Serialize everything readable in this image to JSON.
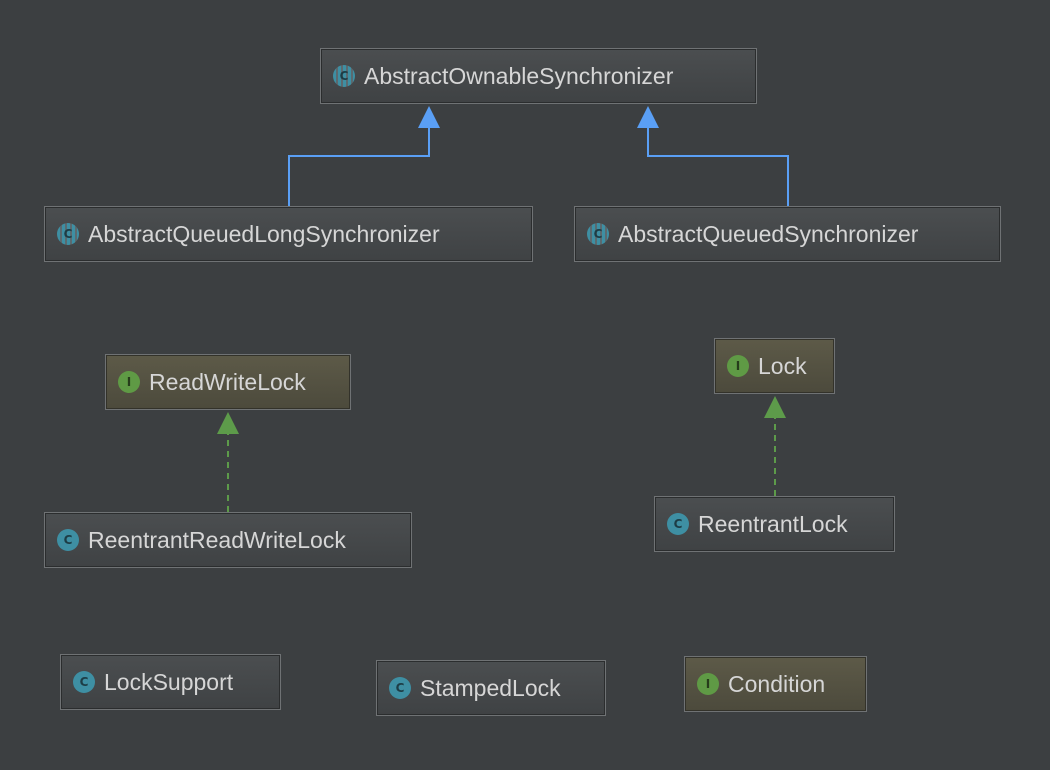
{
  "diagram": {
    "nodes": [
      {
        "id": "aos",
        "name": "AbstractOwnableSynchronizer",
        "kind": "class",
        "badge": "C",
        "badge_color": "#3e8fa3"
      },
      {
        "id": "aqls",
        "name": "AbstractQueuedLongSynchronizer",
        "kind": "class",
        "badge": "C",
        "badge_color": "#3e8fa3"
      },
      {
        "id": "aqs",
        "name": "AbstractQueuedSynchronizer",
        "kind": "class",
        "badge": "C",
        "badge_color": "#3e8fa3"
      },
      {
        "id": "rwl",
        "name": "ReadWriteLock",
        "kind": "interface",
        "badge": "I",
        "badge_color": "#5f9a45"
      },
      {
        "id": "lock",
        "name": "Lock",
        "kind": "interface",
        "badge": "I",
        "badge_color": "#5f9a45"
      },
      {
        "id": "rrwl",
        "name": "ReentrantReadWriteLock",
        "kind": "class",
        "badge": "C",
        "badge_color": "#3e8fa3"
      },
      {
        "id": "rl",
        "name": "ReentrantLock",
        "kind": "class",
        "badge": "C",
        "badge_color": "#3e8fa3"
      },
      {
        "id": "ls",
        "name": "LockSupport",
        "kind": "class",
        "badge": "C",
        "badge_color": "#3e8fa3"
      },
      {
        "id": "sl",
        "name": "StampedLock",
        "kind": "class",
        "badge": "C",
        "badge_color": "#3e8fa3"
      },
      {
        "id": "cond",
        "name": "Condition",
        "kind": "interface",
        "badge": "I",
        "badge_color": "#5f9a45"
      }
    ],
    "edges": [
      {
        "from": "aqls",
        "to": "aos",
        "type": "extends",
        "color": "#5a9ff5"
      },
      {
        "from": "aqs",
        "to": "aos",
        "type": "extends",
        "color": "#5a9ff5"
      },
      {
        "from": "rrwl",
        "to": "rwl",
        "type": "implements",
        "color": "#5d9b4a"
      },
      {
        "from": "rl",
        "to": "lock",
        "type": "implements",
        "color": "#5d9b4a"
      }
    ],
    "colors": {
      "background": "#3c3f41",
      "extends": "#5a9ff5",
      "implements": "#5d9b4a"
    }
  }
}
